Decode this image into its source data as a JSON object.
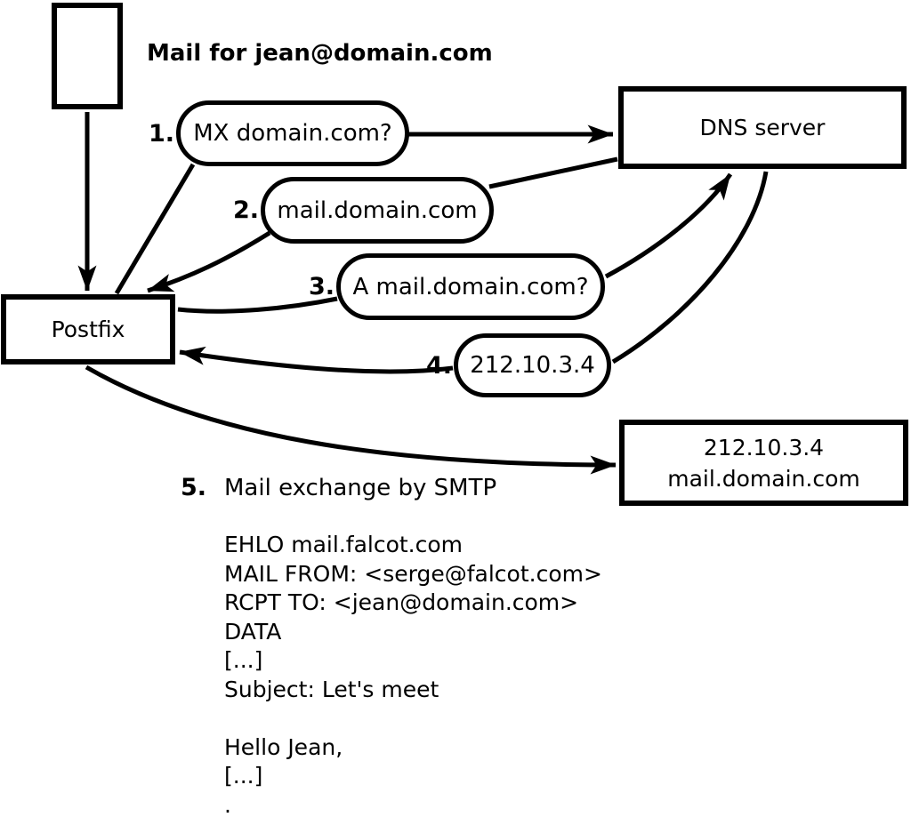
{
  "title": "Mail for jean@domain.com",
  "nodes": {
    "postfix": {
      "label": "Postfix"
    },
    "dns": {
      "label": "DNS server"
    },
    "target": {
      "line1": "212.10.3.4",
      "line2": "mail.domain.com"
    }
  },
  "steps": [
    {
      "num": "1.",
      "label": "MX domain.com?"
    },
    {
      "num": "2.",
      "label": "mail.domain.com"
    },
    {
      "num": "3.",
      "label": "A mail.domain.com?"
    },
    {
      "num": "4.",
      "label": "212.10.3.4"
    },
    {
      "num": "5.",
      "label": "Mail exchange by SMTP"
    }
  ],
  "smtp_session": "EHLO mail.falcot.com\nMAIL FROM: <serge@falcot.com>\nRCPT TO: <jean@domain.com>\nDATA\n[...]\nSubject: Let's meet\n\nHello Jean,\n[...]\n.",
  "colors": {
    "ink": "#000000",
    "background": "#ffffff"
  }
}
